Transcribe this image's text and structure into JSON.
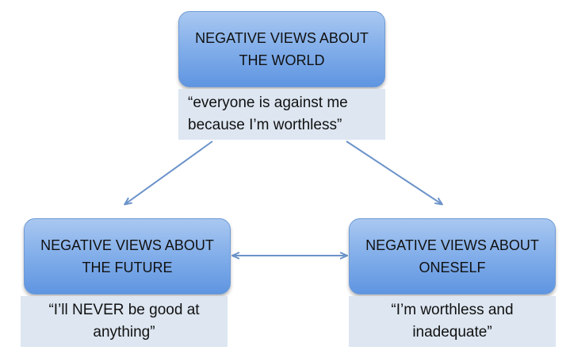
{
  "diagram": {
    "nodes": {
      "world": {
        "title": "NEGATIVE VIEWS ABOUT THE WORLD",
        "quote": "“everyone is against me because I’m worthless”"
      },
      "future": {
        "title": "NEGATIVE VIEWS ABOUT THE FUTURE",
        "quote": "“I’ll NEVER be good at anything”"
      },
      "oneself": {
        "title": "NEGATIVE VIEWS ABOUT ONESELF",
        "quote": "“I’m worthless and inadequate”"
      }
    },
    "edges": [
      {
        "from": "world",
        "to": "future",
        "type": "directed"
      },
      {
        "from": "world",
        "to": "oneself",
        "type": "directed"
      },
      {
        "from": "future",
        "to": "oneself",
        "type": "bidirectional"
      }
    ],
    "colors": {
      "node_fill": "#85b0ea",
      "node_border": "#6f9bd6",
      "quote_fill": "#dde6f1",
      "arrow": "#6b93c9"
    }
  }
}
